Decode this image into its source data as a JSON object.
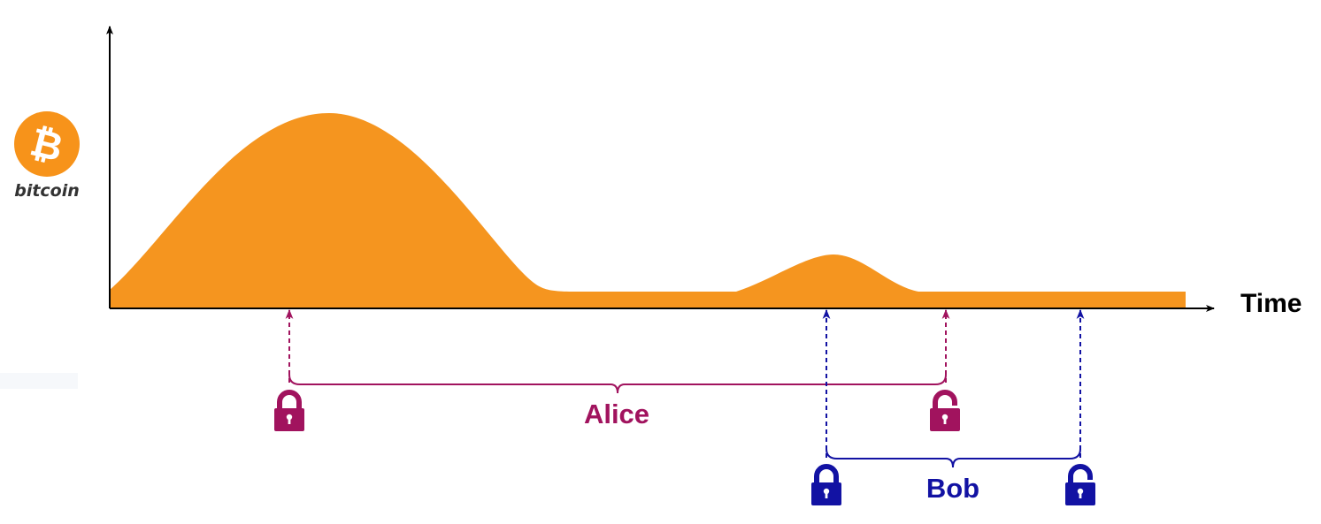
{
  "logo": {
    "name": "bitcoin",
    "symbol": "₿",
    "color": "#f7931a"
  },
  "axis": {
    "x_label": "Time"
  },
  "area_color": "#f5951f",
  "people": [
    {
      "name": "Alice",
      "color": "#a1135e",
      "lock_icon": "lock-icon",
      "unlock_icon": "unlock-icon"
    },
    {
      "name": "Bob",
      "color": "#1212a3",
      "lock_icon": "lock-icon",
      "unlock_icon": "unlock-icon"
    }
  ]
}
